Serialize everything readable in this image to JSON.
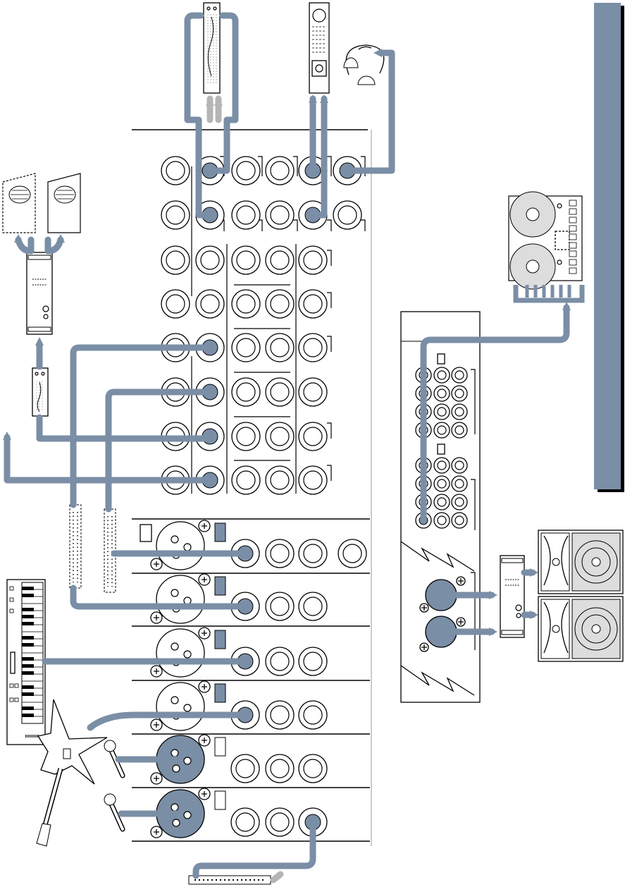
{
  "colors": {
    "cable": "#7a8ea6",
    "cable_light": "#b5b5b5",
    "line": "#000000",
    "background": "#ffffff",
    "side_tab": "#7a8ea6"
  },
  "side_tab": {
    "label": ""
  },
  "devices": [
    {
      "name": "graphic-eq-top",
      "icon": "rack-eq-icon"
    },
    {
      "name": "effects-processor",
      "icon": "rack-processor-icon"
    },
    {
      "name": "headphones",
      "icon": "headphones-icon"
    },
    {
      "name": "studio-monitors",
      "icon": "speaker-icon"
    },
    {
      "name": "monitor-amplifier",
      "icon": "amplifier-icon"
    },
    {
      "name": "small-graphic-eq",
      "icon": "rack-eq-icon"
    },
    {
      "name": "reel-to-reel-recorder",
      "icon": "tape-recorder-icon"
    },
    {
      "name": "rear-panel",
      "icon": "connector-panel-icon"
    },
    {
      "name": "main-amplifier",
      "icon": "amplifier-icon"
    },
    {
      "name": "main-speakers",
      "icon": "speaker-icon"
    },
    {
      "name": "patchbay-left",
      "icon": "patchbay-icon"
    },
    {
      "name": "patchbay-right",
      "icon": "patchbay-icon"
    },
    {
      "name": "keyboard",
      "icon": "keyboard-icon"
    },
    {
      "name": "electric-guitar",
      "icon": "guitar-icon"
    },
    {
      "name": "microphone-1",
      "icon": "microphone-icon"
    },
    {
      "name": "microphone-2",
      "icon": "microphone-icon"
    },
    {
      "name": "bottom-patchbay",
      "icon": "patchbay-icon"
    }
  ]
}
